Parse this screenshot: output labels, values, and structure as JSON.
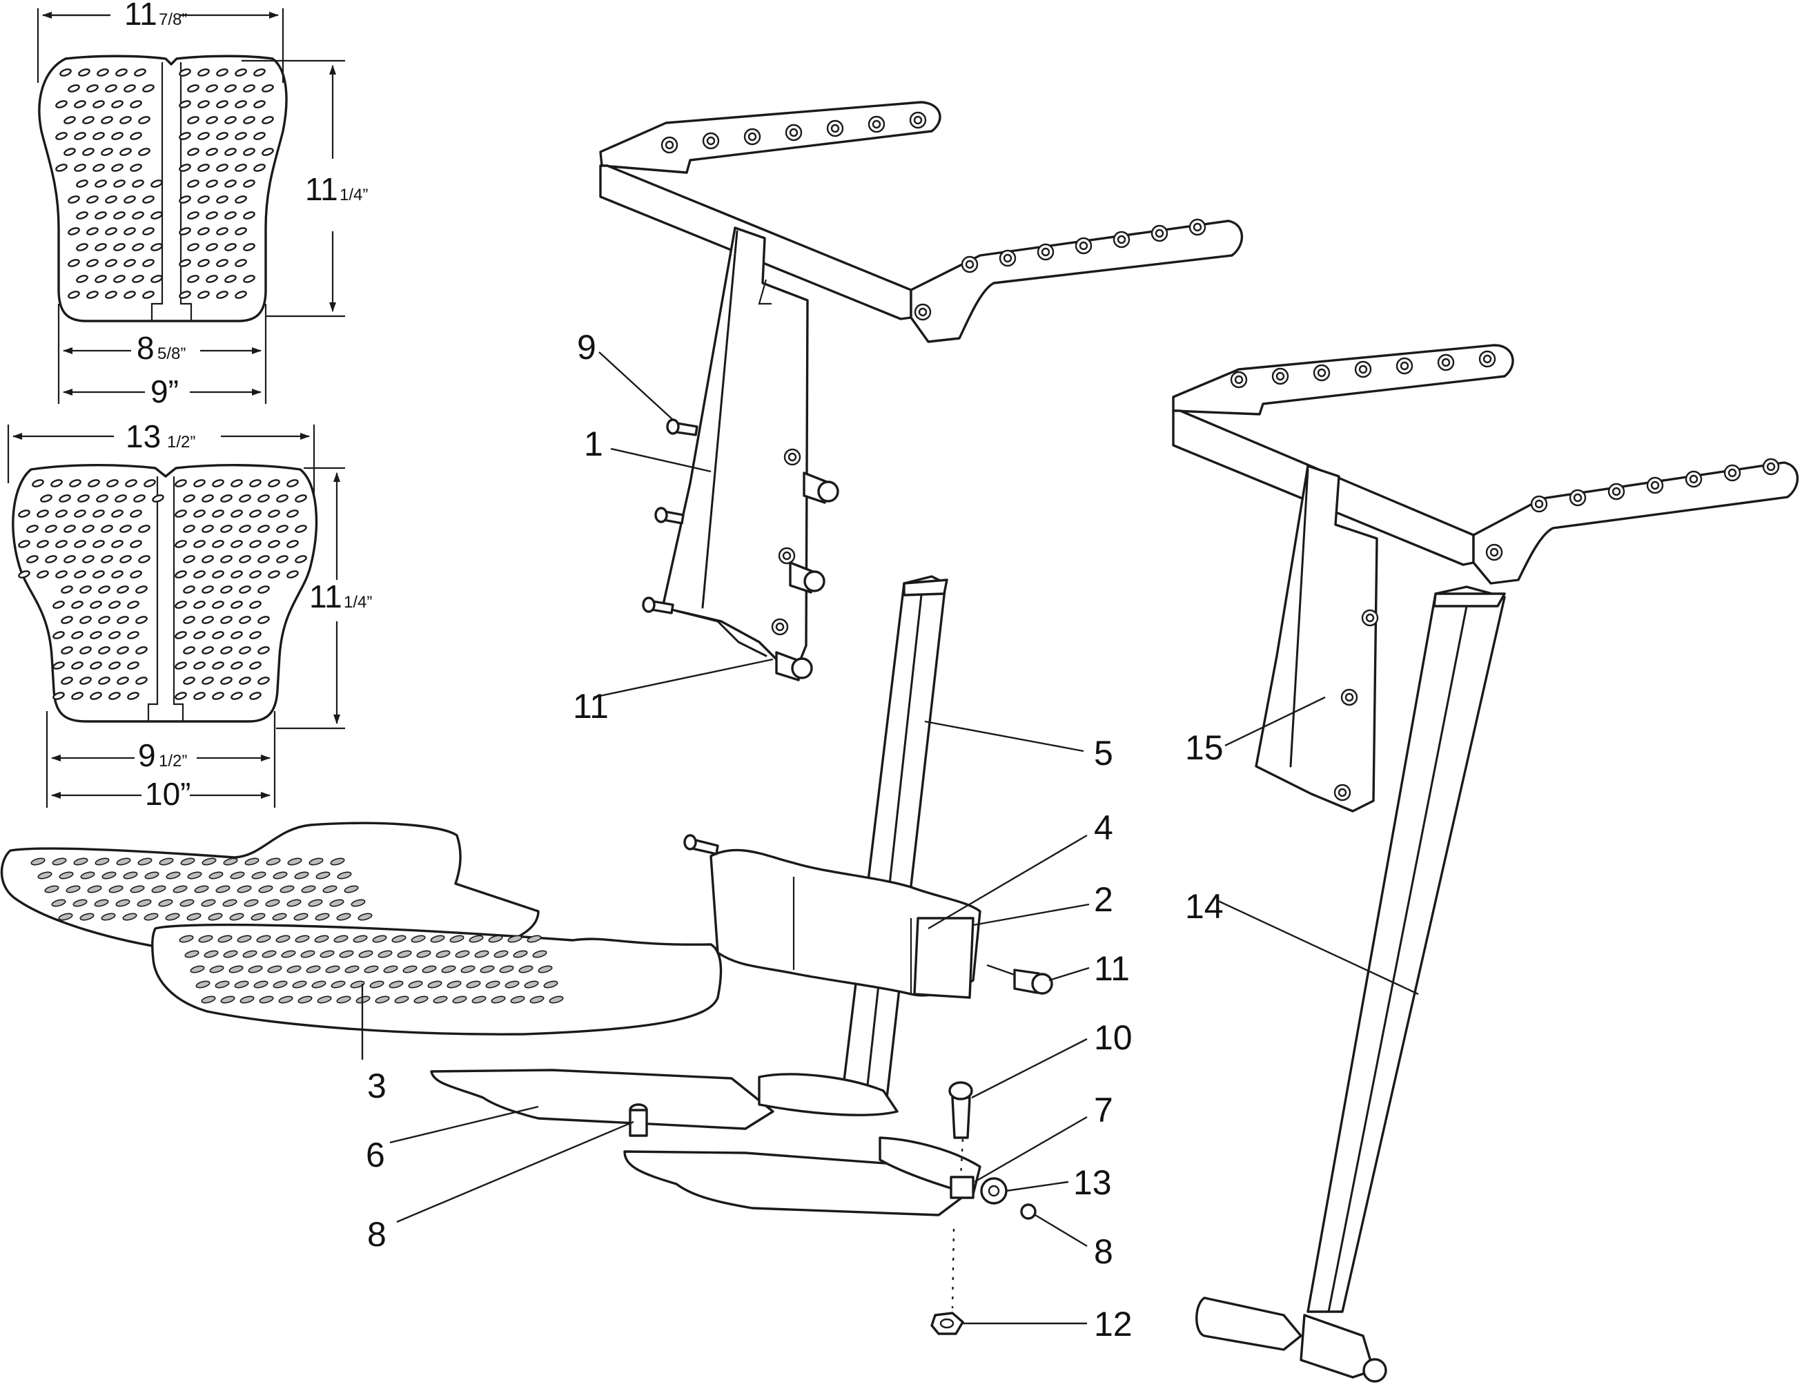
{
  "pad_small": {
    "top_width": {
      "whole": "11",
      "fraction": "7/8”"
    },
    "height": {
      "whole": "11",
      "fraction": "1/4”"
    },
    "inner_width": {
      "whole": "8",
      "fraction": "5/8”"
    },
    "bottom_width": {
      "text": "9”"
    }
  },
  "pad_large": {
    "top_width": {
      "whole": "13",
      "fraction": "1/2”"
    },
    "height": {
      "whole": "11",
      "fraction": "1/4”"
    },
    "inner_width": {
      "whole": "9",
      "fraction": "1/2”"
    },
    "bottom_width": {
      "text": "10”"
    }
  },
  "callouts": {
    "c1": "1",
    "c2": "2",
    "c3": "3",
    "c4": "4",
    "c5": "5",
    "c6": "6",
    "c7": "7",
    "c8a": "8",
    "c8b": "8",
    "c9": "9",
    "c10": "10",
    "c11a": "11",
    "c11b": "11",
    "c12": "12",
    "c13": "13",
    "c14": "14",
    "c15": "15"
  }
}
